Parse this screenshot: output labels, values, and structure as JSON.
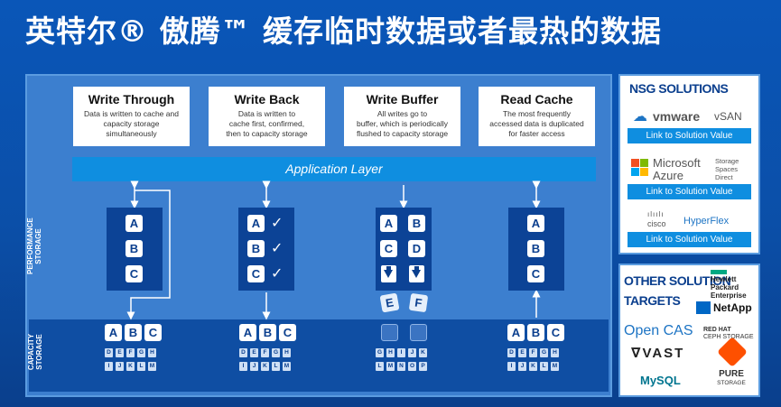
{
  "title": "英特尔® 傲腾™ 缓存临时数据或者最热的数据",
  "side_labels": {
    "performance": [
      "PERFORMANCE",
      "STORAGE"
    ],
    "capacity": [
      "CAPACITY",
      "STORAGE"
    ]
  },
  "cards": [
    {
      "heading": "Write Through",
      "desc": [
        "Data is written to cache and",
        "capacity storage",
        "simultaneously"
      ]
    },
    {
      "heading": "Write Back",
      "desc": [
        "Data is written to",
        "cache first, confirmed,",
        "then to capacity storage"
      ]
    },
    {
      "heading": "Write Buffer",
      "desc": [
        "All writes go to",
        "buffer, which is periodically",
        "flushed to capacity storage"
      ]
    },
    {
      "heading": "Read Cache",
      "desc": [
        "The most frequently",
        "accessed data is duplicated",
        "for faster access"
      ]
    }
  ],
  "app_layer": "Application Layer",
  "perf": {
    "col1": [
      "A",
      "B",
      "C"
    ],
    "col2": [
      "A",
      "B",
      "C"
    ],
    "col2_checks": [
      "✓",
      "✓",
      "✓"
    ],
    "col3": [
      [
        "A",
        "B"
      ],
      [
        "C",
        "D"
      ]
    ],
    "col3_buffer": [
      "E",
      "F"
    ],
    "col4": [
      "A",
      "B",
      "C"
    ]
  },
  "capacity": {
    "col1": {
      "big": [
        "A",
        "B",
        "C"
      ],
      "row1": [
        "D",
        "E",
        "F",
        "G",
        "H"
      ],
      "row2": [
        "I",
        "J",
        "K",
        "L",
        "M"
      ]
    },
    "col2": {
      "big": [
        "A",
        "B",
        "C"
      ],
      "row1": [
        "D",
        "E",
        "F",
        "G",
        "H"
      ],
      "row2": [
        "I",
        "J",
        "K",
        "L",
        "M"
      ]
    },
    "col3": {
      "row1": [
        "G",
        "H",
        "I",
        "J",
        "K"
      ],
      "row2": [
        "L",
        "M",
        "N",
        "O",
        "P"
      ]
    },
    "col4": {
      "big": [
        "A",
        "B",
        "C"
      ],
      "row1": [
        "D",
        "E",
        "F",
        "G",
        "H"
      ],
      "row2": [
        "I",
        "J",
        "K",
        "L",
        "M"
      ]
    }
  },
  "nsg": {
    "title": "NSG SOLUTIONS",
    "solutions": [
      {
        "logo": "vmware",
        "logo_suffix": "vSAN",
        "link": "Link to Solution Value"
      },
      {
        "logo1": "Microsoft",
        "logo2": "Azure",
        "sub": [
          "Storage",
          "Spaces",
          "Direct"
        ],
        "link": "Link to Solution Value"
      },
      {
        "logo": "cisco",
        "logo_suffix": "HyperFlex",
        "link": "Link to Solution Value"
      }
    ]
  },
  "other": {
    "title": [
      "OTHER SOLUTION",
      "TARGETS"
    ],
    "hpe": [
      "Hewlett Packard",
      "Enterprise"
    ],
    "netapp": "NetApp",
    "opencas": "Open CAS",
    "redhat": [
      "RED HAT",
      "CEPH STORAGE"
    ],
    "vast": "VAST",
    "mysql": "MySQL",
    "pure": [
      "PURE",
      "STORAGE"
    ]
  },
  "colors": {
    "accent": "#0f8ee0",
    "dark_blue": "#0b3f8e",
    "panel_bg": "#3c7fcf"
  }
}
